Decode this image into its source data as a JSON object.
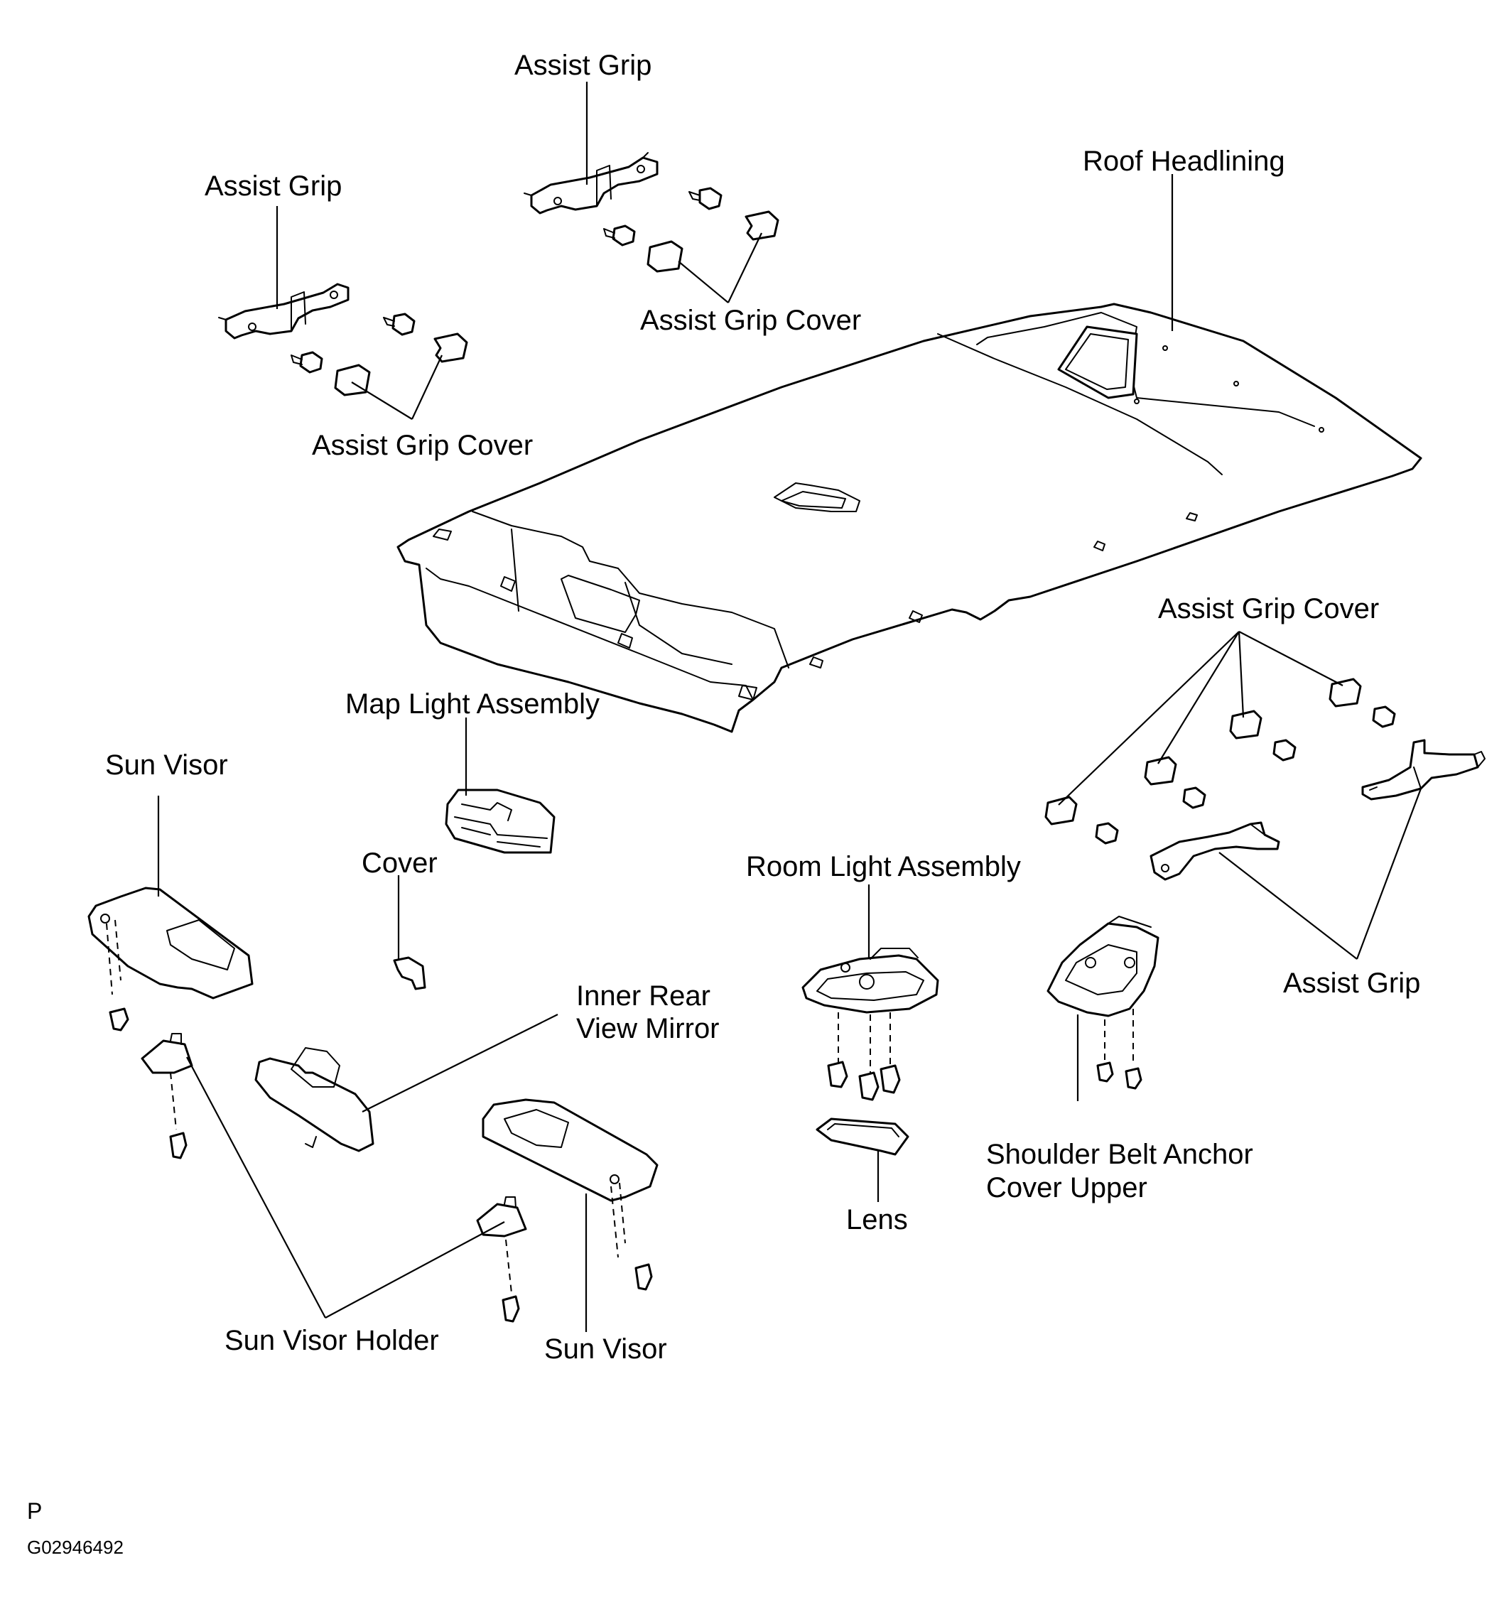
{
  "labels": {
    "assist_grip_top": "Assist Grip",
    "assist_grip_left": "Assist Grip",
    "roof_headlining": "Roof Headlining",
    "assist_grip_cover_top": "Assist Grip Cover",
    "assist_grip_cover_left": "Assist Grip Cover",
    "assist_grip_cover_right": "Assist Grip Cover",
    "map_light_assembly": "Map Light Assembly",
    "sun_visor_left": "Sun Visor",
    "cover": "Cover",
    "room_light_assembly": "Room Light Assembly",
    "inner_rear_view_mirror_line1": "Inner Rear",
    "inner_rear_view_mirror_line2": "View Mirror",
    "assist_grip_right": "Assist Grip",
    "shoulder_belt_line1": "Shoulder Belt Anchor",
    "shoulder_belt_line2": "Cover Upper",
    "lens": "Lens",
    "sun_visor_holder": "Sun Visor Holder",
    "sun_visor_right": "Sun Visor"
  },
  "footer": {
    "letter": "P",
    "code": "G02946492"
  }
}
